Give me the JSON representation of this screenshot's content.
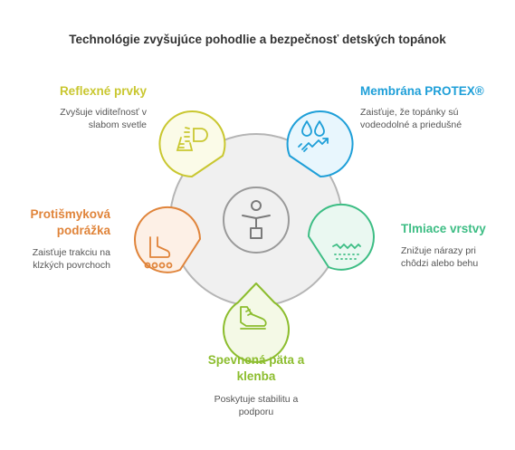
{
  "title": "Technológie zvyšujúce pohodlie a bezpečnosť detských topánok",
  "colors": {
    "yellow": "#c9c730",
    "blue": "#1e9fd8",
    "green": "#3dbd84",
    "lime": "#8cbd2e",
    "orange": "#e0843a",
    "hub": "#f0f0f0",
    "hub_stroke": "#b5b5b5"
  },
  "center_icon": "person-icon",
  "items": [
    {
      "key": "reflective",
      "label": "Reflexné prvky",
      "desc_lines": [
        "Zvyšuje viditeľnosť v",
        "slabom svetle"
      ],
      "icon": "reflective-light-icon"
    },
    {
      "key": "membrane",
      "label": "Membrána PROTEX®",
      "desc_lines": [
        "Zaisťuje, že topánky sú",
        "vodeodolné a priedušné"
      ],
      "icon": "water-drops-icon"
    },
    {
      "key": "cushion",
      "label": "Tlmiace vrstvy",
      "desc_lines": [
        "Znižuje nárazy pri",
        "chôdzi alebo behu"
      ],
      "icon": "cushion-layer-icon"
    },
    {
      "key": "heel",
      "label_lines": [
        "Spevnená päta a",
        "klenba"
      ],
      "desc_lines": [
        "Poskytuje stabilitu a",
        "podporu"
      ],
      "icon": "shoe-icon"
    },
    {
      "key": "sole",
      "label_lines": [
        "Protišmyková",
        "podrážka"
      ],
      "desc_lines": [
        "Zaisťuje trakciu na",
        "klzkých povrchoch"
      ],
      "icon": "foot-grip-icon"
    }
  ]
}
